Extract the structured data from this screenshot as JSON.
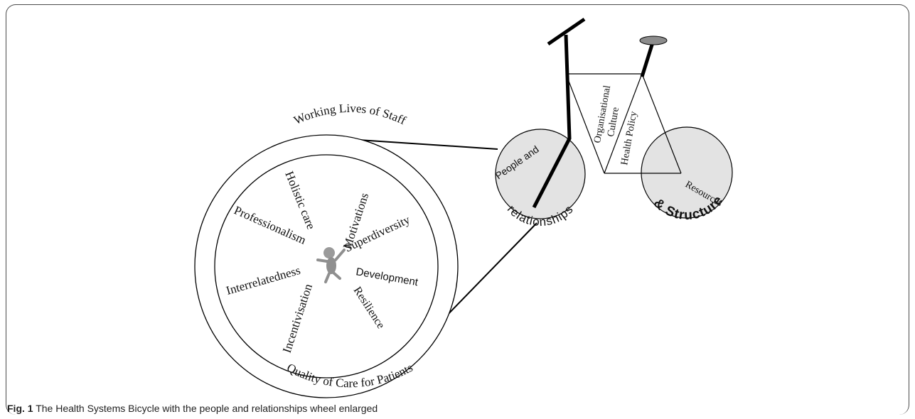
{
  "wheel": {
    "outer_label_top": "Working Lives of Staff",
    "outer_label_bottom": "Quality of Care for Patients",
    "spokes": {
      "holistic_care": "Holistic care",
      "motivations": "Motivations",
      "superdiversity": "Superdiversity",
      "professionalism": "Professionalism",
      "development": "Development",
      "interrelatedness": "Interrelatedness",
      "resilience": "Resilience",
      "incentivisation": "Incentivisation"
    }
  },
  "bicycle": {
    "front_wheel_line1": "People and",
    "front_wheel_line2": "relationships",
    "rear_wheel_line1": "Resources",
    "rear_wheel_line2": "& Structure",
    "frame_label_1_line1": "Organisational",
    "frame_label_1_line2": "Culture",
    "frame_label_2": "Health Policy"
  },
  "caption": {
    "label": "Fig. 1",
    "text": " The Health Systems Bicycle with the people and relationships wheel enlarged"
  },
  "colors": {
    "wheel_fill": "#e3e3e3",
    "frame_stroke": "#000000",
    "seat_fill": "#8c8c8c"
  }
}
